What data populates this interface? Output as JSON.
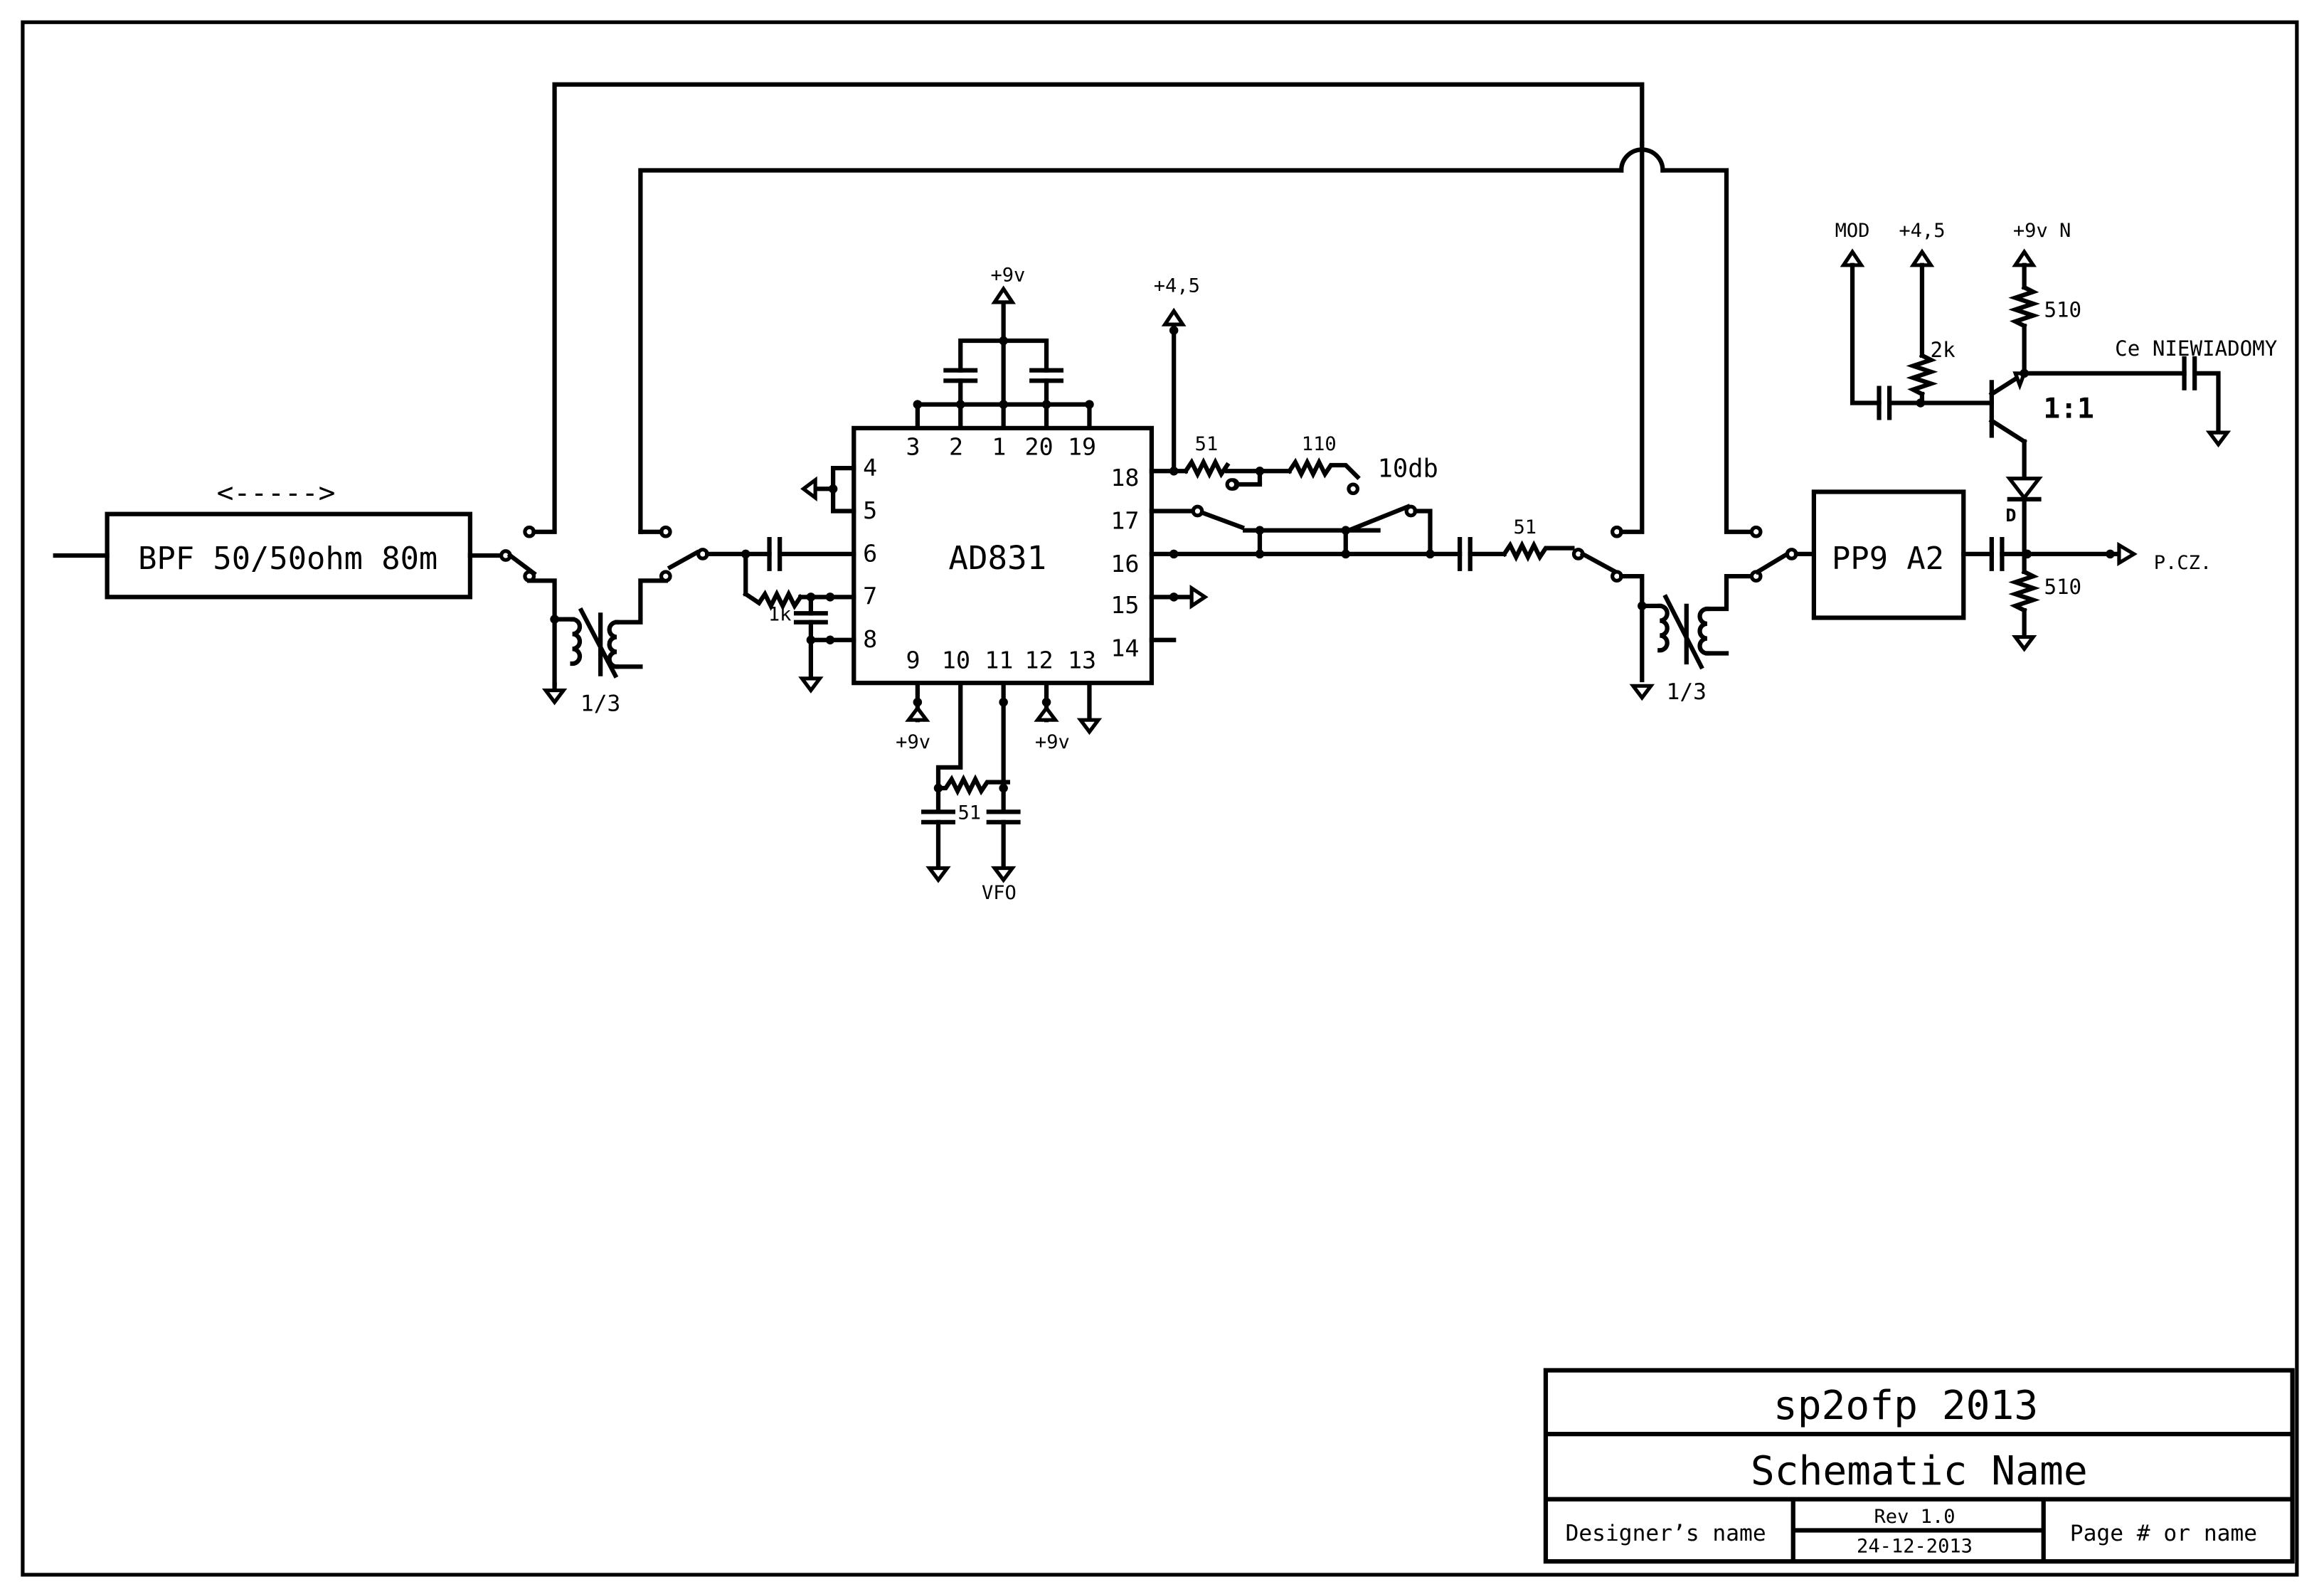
{
  "blocks": {
    "bpf": "BPF 50/50ohm 80m",
    "bpf_arrow": "<----->",
    "ic": "AD831",
    "pp9": "PP9 A2"
  },
  "pins": {
    "p3": "3",
    "p2": "2",
    "p1": "1",
    "p20": "20",
    "p19": "19",
    "p4": "4",
    "p5": "5",
    "p6": "6",
    "p7": "7",
    "p8": "8",
    "p18": "18",
    "p17": "17",
    "p16": "16",
    "p15": "15",
    "p14": "14",
    "p9": "9",
    "p10": "10",
    "p11": "11",
    "p12": "12",
    "p13": "13"
  },
  "labels": {
    "vcc_top": "+9v",
    "vcc_pin9": "+9v",
    "vcc_pin12": "+9v",
    "bias_45": "+4,5",
    "r_51_a": "51",
    "r_110": "110",
    "atten": "10db",
    "r_51_b": "51",
    "r_1k": "1k",
    "r_51_c": "51",
    "vfo": "VFO",
    "xfmr_left": "1/3",
    "xfmr_right": "1/3",
    "mod": "MOD",
    "bias_45_b": "+4,5",
    "vcc_n": "+9v N",
    "r_510_top": "510",
    "r_2k": "2k",
    "ce": "Ce NIEWIADOMY",
    "ratio": "1:1",
    "diode": "D",
    "pcz": "P.CZ.",
    "r_510_bot": "510"
  },
  "title_block": {
    "author": "sp2ofp 2013",
    "schematic_name": "Schematic Name",
    "designer": "Designer’s name",
    "rev": "Rev 1.0",
    "date": "24-12-2013",
    "page": "Page # or name"
  }
}
